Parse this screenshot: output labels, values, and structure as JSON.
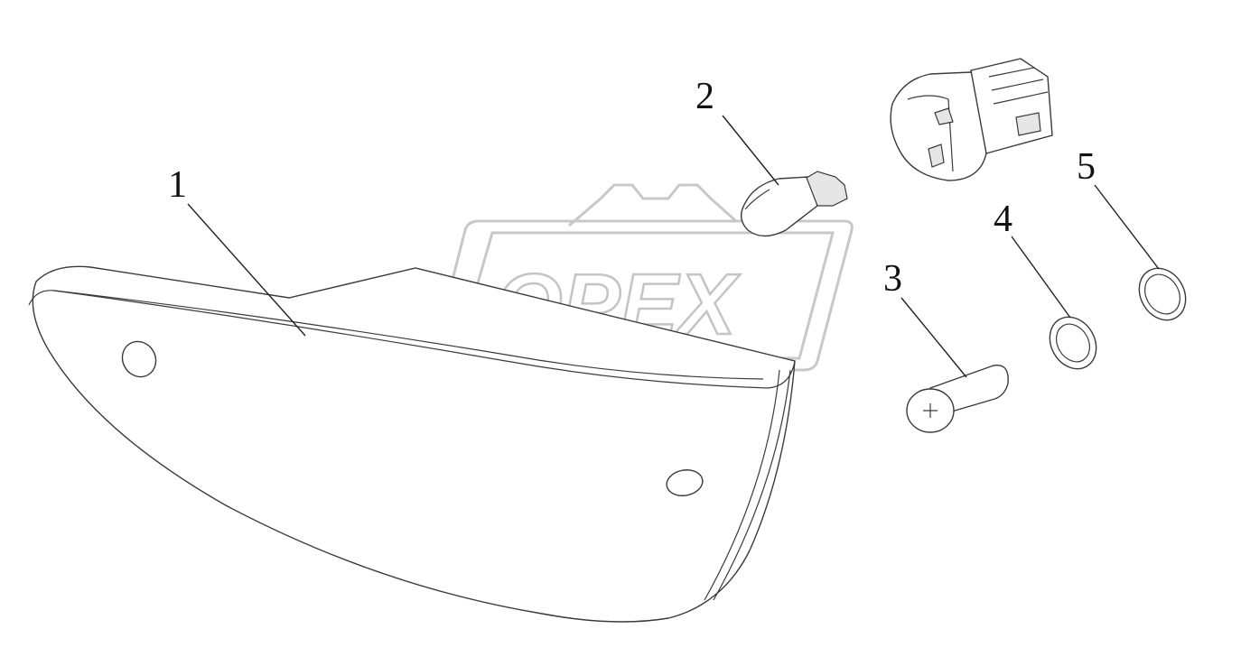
{
  "diagram": {
    "watermark_text": "OPEX",
    "watermark_color": "#c4c4c4",
    "line_color": "#3a3a3a",
    "callouts": [
      {
        "id": "1",
        "label": "1",
        "part": "lamp-housing"
      },
      {
        "id": "2",
        "label": "2",
        "part": "bulb"
      },
      {
        "id": "3",
        "label": "3",
        "part": "screw"
      },
      {
        "id": "4",
        "label": "4",
        "part": "spring-washer"
      },
      {
        "id": "5",
        "label": "5",
        "part": "flat-washer"
      }
    ]
  }
}
